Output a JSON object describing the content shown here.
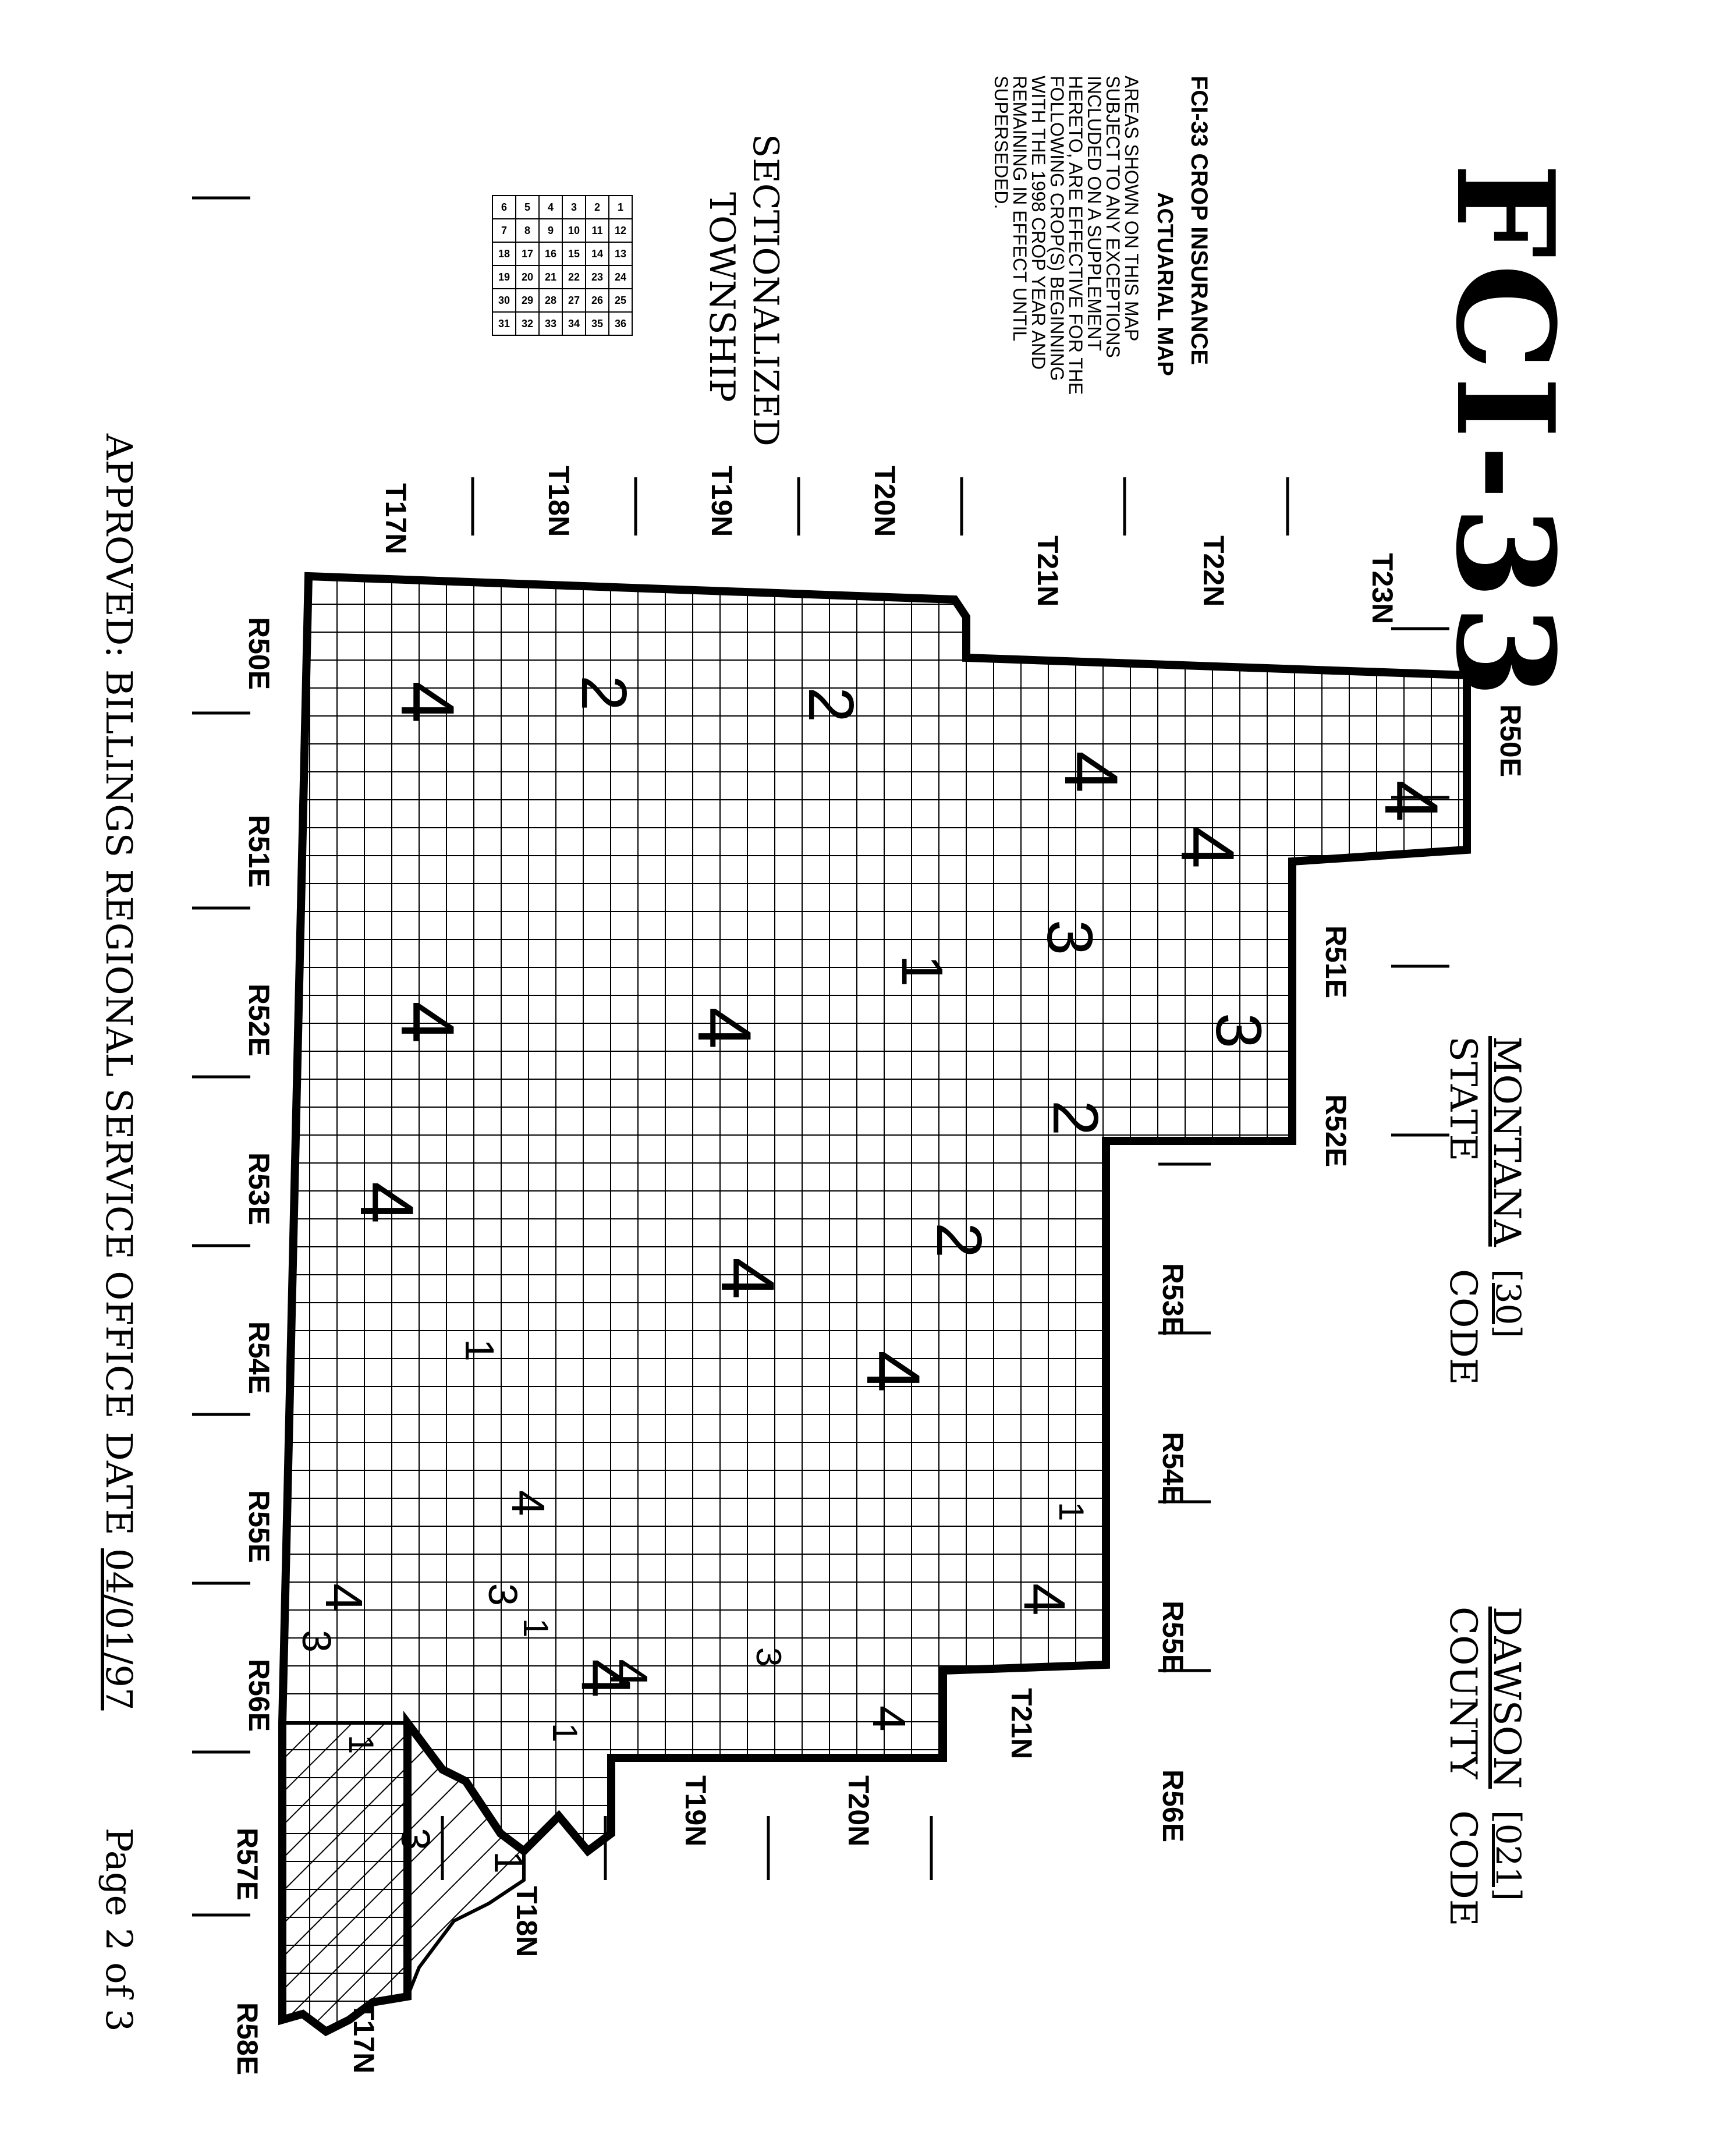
{
  "header": {
    "title": "FCI-33",
    "map_name": "FCI-33 CROP INSURANCE",
    "map_subtitle": "ACTUARIAL MAP",
    "description_lines": [
      "AREAS SHOWN ON THIS MAP",
      "SUBJECT TO ANY EXCEPTIONS",
      "INCLUDED ON A SUPPLEMENT",
      "HERETO, ARE EFFECTIVE FOR THE",
      "FOLLOWING CROP(S) BEGINNING",
      "WITH THE 1998 CROP YEAR AND",
      "REMAINING IN EFFECT UNTIL",
      "SUPERSEDED."
    ]
  },
  "legend": {
    "title_line1": "SECTIONALIZED",
    "title_line2": "TOWNSHIP",
    "section_rows": [
      [
        "6",
        "5",
        "4",
        "3",
        "2",
        "1"
      ],
      [
        "7",
        "8",
        "9",
        "10",
        "11",
        "12"
      ],
      [
        "18",
        "17",
        "16",
        "15",
        "14",
        "13"
      ],
      [
        "19",
        "20",
        "21",
        "22",
        "23",
        "24"
      ],
      [
        "30",
        "29",
        "28",
        "27",
        "26",
        "25"
      ],
      [
        "31",
        "32",
        "33",
        "34",
        "35",
        "36"
      ]
    ]
  },
  "location": {
    "state_name": "MONTANA",
    "state_label": "STATE",
    "state_code": "[30]",
    "state_code_label": "CODE",
    "county_name": "DAWSON",
    "county_label": "COUNTY",
    "county_code": "[021]",
    "county_code_label": "CODE"
  },
  "footer": {
    "approval": "APPROVED: BILLINGS REGIONAL SERVICE OFFICE",
    "date_label": "DATE",
    "date_value": "04/01/97",
    "page": "Page 2 of 3"
  },
  "axes": {
    "townships_left": [
      "T17N",
      "T18N",
      "T19N",
      "T20N"
    ],
    "townships_right": [
      "T21N",
      "T22N",
      "T23N"
    ],
    "townships_bottom": [
      "T17N",
      "T18N",
      "T19N",
      "T20N",
      "T21N"
    ],
    "ranges_bottom": [
      "R50E",
      "R51E",
      "R52E",
      "R53E",
      "R54E",
      "R55E",
      "R56E",
      "R57E",
      "R58E"
    ],
    "ranges_top": [
      "R50E",
      "R51E",
      "R52E",
      "R53E",
      "R54E",
      "R55E",
      "R56E"
    ]
  },
  "map": {
    "rate_areas": [
      "4",
      "2",
      "2",
      "4",
      "4",
      "4",
      "3",
      "3",
      "1",
      "4",
      "4",
      "2",
      "4",
      "2",
      "4",
      "4",
      "1",
      "4",
      "3",
      "1",
      "4",
      "4",
      "3",
      "1",
      "1",
      "3",
      "1",
      "4",
      "3",
      "4",
      "1",
      "4"
    ]
  }
}
